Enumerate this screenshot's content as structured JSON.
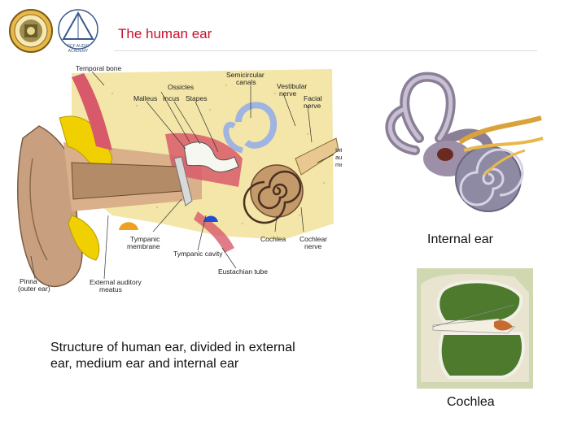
{
  "header": {
    "title": "The human ear",
    "logo_left_label": "logo-seal",
    "logo_right_text": "RCF AUDIO ACADEMY"
  },
  "ear_diagram": {
    "labels": {
      "temporal_bone": "Temporal bone",
      "ossicles": "Ossicles",
      "semicircular_1": "Semicircular",
      "semicircular_2": "canals",
      "vestibular_1": "Vestibular",
      "vestibular_2": "nerve",
      "facial_1": "Facial",
      "facial_2": "nerve",
      "malleus": "Malleus",
      "incus": "Incus",
      "stapes": "Stapes",
      "internal_meatus_1": "Internal",
      "internal_meatus_2": "auditory",
      "internal_meatus_3": "meatus",
      "cochlea": "Cochlea",
      "cochlear_nerve_1": "Cochlear",
      "cochlear_nerve_2": "nerve",
      "tympanic_membrane_1": "Tympanic",
      "tympanic_membrane_2": "membrane",
      "tympanic_cavity": "Tympanic cavity",
      "eustachian_tube": "Eustachian tube",
      "external_meatus_1": "External auditory",
      "external_meatus_2": "meatus",
      "pinna_1": "Pinna",
      "pinna_2": "(outer ear)"
    }
  },
  "internal_ear": {
    "caption": "Internal ear"
  },
  "cochlea": {
    "caption": "Cochlea"
  },
  "structure": {
    "caption": "Structure of human ear, divided in external ear, medium ear and internal ear"
  },
  "colors": {
    "title": "#c8102e",
    "skin": "#c8a080",
    "bone": "#f3e6a8",
    "cartilage": "#f0d000",
    "muscle": "#d85a6a",
    "vestibule": "#9fb4e0",
    "cochlea_green": "#4d7a2c"
  }
}
